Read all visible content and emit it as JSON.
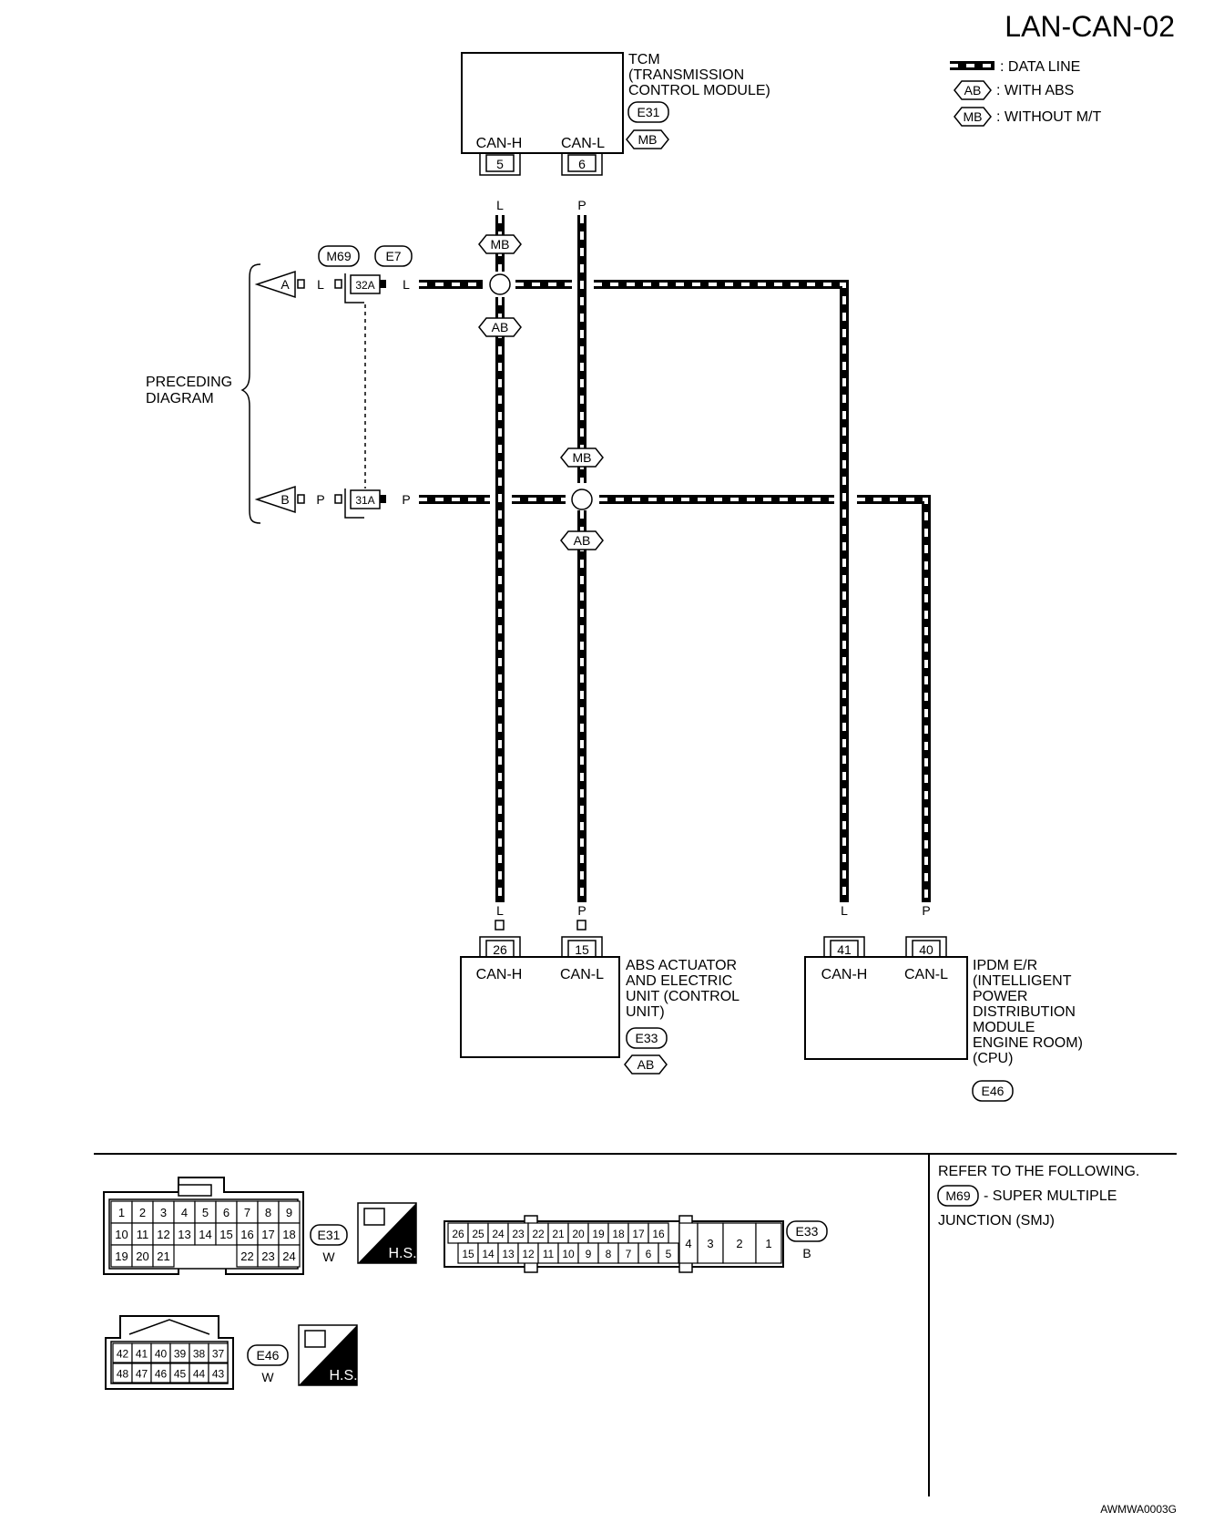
{
  "diagram_id": "LAN-CAN-02",
  "legend": {
    "data_line": ": DATA LINE",
    "ab_tag": "AB",
    "ab_text": ": WITH ABS",
    "mb_tag": "MB",
    "mb_text": ": WITHOUT M/T"
  },
  "tcm": {
    "title_1": "TCM",
    "title_2": "(TRANSMISSION",
    "title_3": "CONTROL MODULE)",
    "connector": "E31",
    "tag": "MB",
    "can_h": "CAN-H",
    "can_l": "CAN-L",
    "pin_h": "5",
    "pin_l": "6"
  },
  "wire_colors": {
    "l": "L",
    "p": "P"
  },
  "tags": {
    "mb": "MB",
    "ab": "AB"
  },
  "preceding": {
    "text_1": "PRECEDING",
    "text_2": "DIAGRAM",
    "conn_m": "M69",
    "conn_e": "E7",
    "a": "A",
    "b": "B",
    "term_a": "32A",
    "term_b": "31A"
  },
  "abs": {
    "title_1": "ABS ACTUATOR",
    "title_2": "AND ELECTRIC",
    "title_3": "UNIT (CONTROL",
    "title_4": "UNIT)",
    "connector": "E33",
    "tag": "AB",
    "can_h": "CAN-H",
    "can_l": "CAN-L",
    "pin_h": "26",
    "pin_l": "15"
  },
  "ipdm": {
    "title_1": "IPDM E/R",
    "title_2": "(INTELLIGENT",
    "title_3": "POWER",
    "title_4": "DISTRIBUTION",
    "title_5": "MODULE",
    "title_6": "ENGINE ROOM)",
    "title_7": "(CPU)",
    "connector": "E46",
    "can_h": "CAN-H",
    "can_l": "CAN-L",
    "pin_h": "41",
    "pin_l": "40"
  },
  "refer": {
    "line_1": "REFER TO THE FOLLOWING.",
    "tag": "M69",
    "line_2": "- SUPER MULTIPLE",
    "line_3": "JUNCTION (SMJ)"
  },
  "connectors": {
    "e31": {
      "id": "E31",
      "color": "W",
      "hs": "H.S.",
      "row1": [
        "1",
        "2",
        "3",
        "4",
        "5",
        "6",
        "7",
        "8",
        "9"
      ],
      "row2": [
        "10",
        "11",
        "12",
        "13",
        "14",
        "15",
        "16",
        "17",
        "18"
      ],
      "row3a": [
        "19",
        "20",
        "21"
      ],
      "row3b": [
        "22",
        "23",
        "24"
      ]
    },
    "e33": {
      "id": "E33",
      "color": "B",
      "top": [
        "26",
        "25",
        "24",
        "23",
        "22",
        "21",
        "20",
        "19",
        "18",
        "17",
        "16"
      ],
      "bottom": [
        "15",
        "14",
        "13",
        "12",
        "11",
        "10",
        "9",
        "8",
        "7",
        "6",
        "5"
      ],
      "big": [
        "4",
        "3",
        "2",
        "1"
      ]
    },
    "e46": {
      "id": "E46",
      "color": "W",
      "hs": "H.S.",
      "row1": [
        "42",
        "41",
        "40",
        "39",
        "38",
        "37"
      ],
      "row2": [
        "48",
        "47",
        "46",
        "45",
        "44",
        "43"
      ]
    }
  },
  "footer_code": "AWMWA0003G"
}
